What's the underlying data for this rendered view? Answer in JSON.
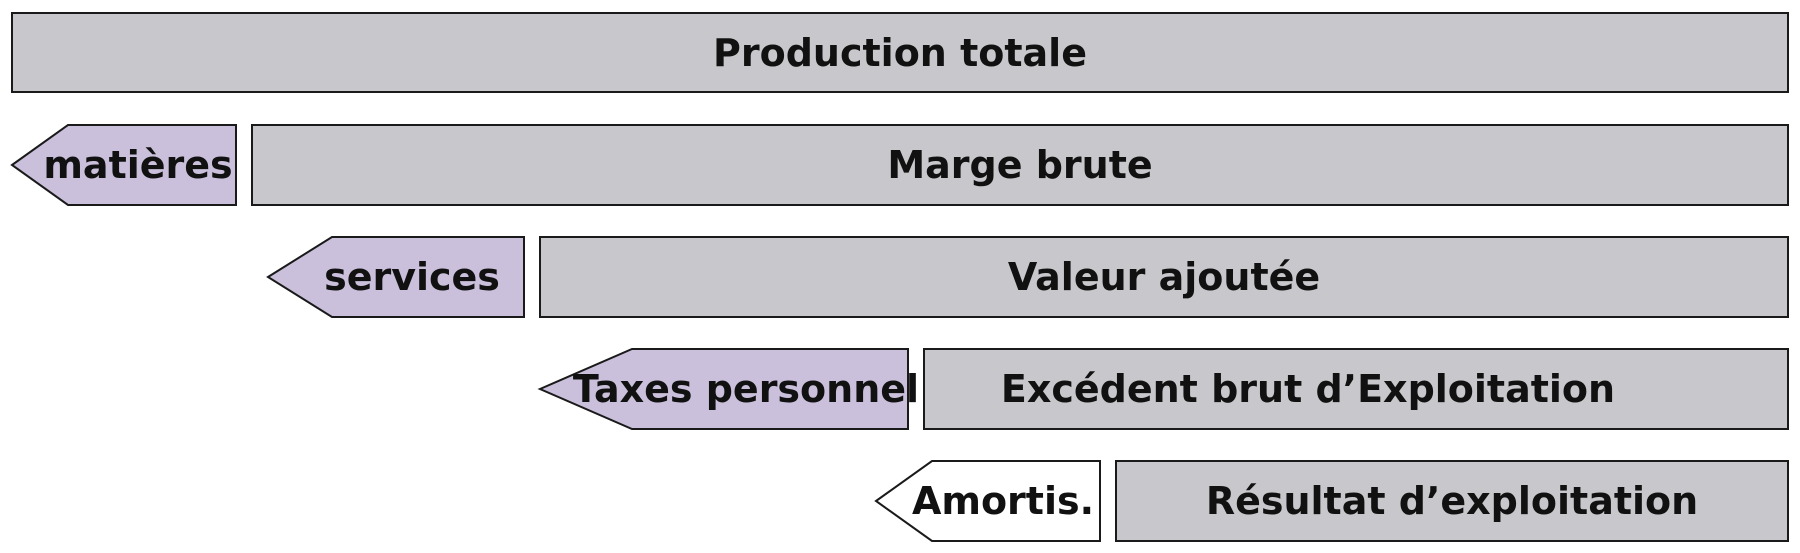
{
  "bars": [
    {
      "id": "production",
      "label": "Production totale"
    },
    {
      "id": "marge",
      "label": "Marge brute"
    },
    {
      "id": "valeur",
      "label": "Valeur ajoutée"
    },
    {
      "id": "ebe",
      "label": "Excédent brut d’Exploitation"
    },
    {
      "id": "resultat",
      "label": "Résultat d’exploitation"
    }
  ],
  "deductions": [
    {
      "id": "matieres",
      "label": "matières",
      "color": "#cbc0dc"
    },
    {
      "id": "services",
      "label": "services",
      "color": "#cbc0dc"
    },
    {
      "id": "taxes",
      "label": "Taxes personnel",
      "color": "#cbc0dc"
    },
    {
      "id": "amortis",
      "label": "Amortis.",
      "color": "#ffffff"
    }
  ],
  "colors": {
    "bar_fill": "#c8c8cc",
    "deduction_fill": "#cbc0dc",
    "outline": "#1a1a1a"
  }
}
